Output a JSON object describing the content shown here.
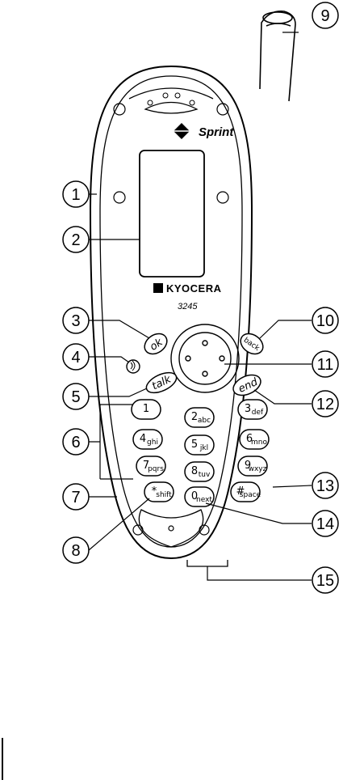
{
  "phone": {
    "carrier_label": "Sprint",
    "maker_label": "KYOCERA",
    "model_label": "3245"
  },
  "keys": {
    "ok": "ok",
    "back": "back",
    "talk": "talk",
    "end": "end",
    "k1": {
      "main": "1",
      "sub": ""
    },
    "k2": {
      "main": "2",
      "sub": "abc"
    },
    "k3": {
      "main": "3",
      "sub": "def"
    },
    "k4": {
      "main": "4",
      "sub": "ghi"
    },
    "k5": {
      "main": "5",
      "sub": "jkl"
    },
    "k6": {
      "main": "6",
      "sub": "mno"
    },
    "k7": {
      "main": "7",
      "sub": "pqrs"
    },
    "k8": {
      "main": "8",
      "sub": "tuv"
    },
    "k9": {
      "main": "9",
      "sub": "wxyz"
    },
    "kstar": {
      "main": "*",
      "sub": "shift"
    },
    "k0": {
      "main": "0",
      "sub": "next"
    },
    "khash": {
      "main": "#",
      "sub": "space"
    }
  },
  "callouts": [
    "1",
    "2",
    "3",
    "4",
    "5",
    "6",
    "7",
    "8",
    "9",
    "10",
    "11",
    "12",
    "13",
    "14",
    "15"
  ]
}
